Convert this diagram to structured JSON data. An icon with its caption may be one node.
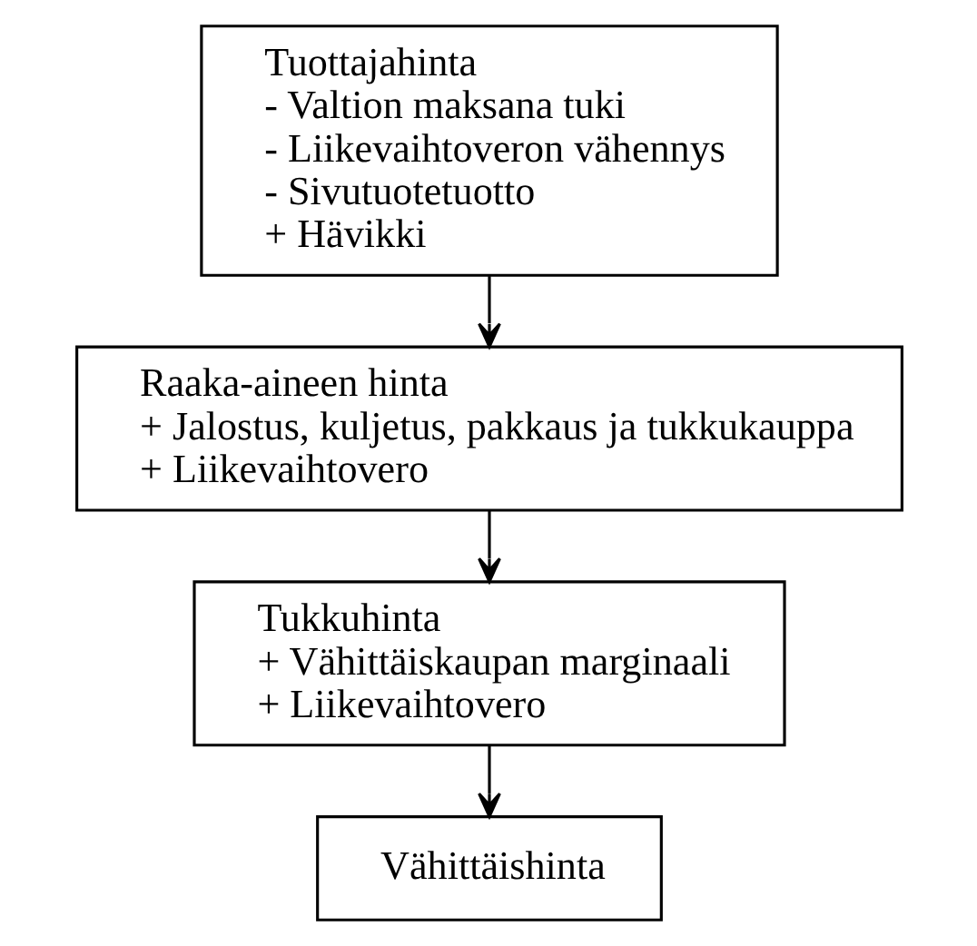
{
  "diagram": {
    "nodes": [
      {
        "text": [
          "Tuottajahinta",
          "- Valtion maksana tuki",
          "- Liikevaihtoveron vähennys",
          "- Sivutuotetuotto",
          "+ Hävikki"
        ]
      },
      {
        "text": [
          "Raaka-aineen hinta",
          "+ Jalostus, kuljetus, pakkaus ja tukkukauppa",
          "+ Liikevaihtovero"
        ]
      },
      {
        "text": [
          "Tukkuhinta",
          "+ Vähittäiskaupan marginaali",
          "+ Liikevaihtovero"
        ]
      },
      {
        "text": [
          "Vähittäishinta"
        ]
      }
    ],
    "edges": [
      {
        "from": 0,
        "to": 1,
        "arrow": "to"
      },
      {
        "from": 1,
        "to": 2,
        "arrow": "to"
      },
      {
        "from": 2,
        "to": 3,
        "arrow": "to"
      }
    ]
  }
}
